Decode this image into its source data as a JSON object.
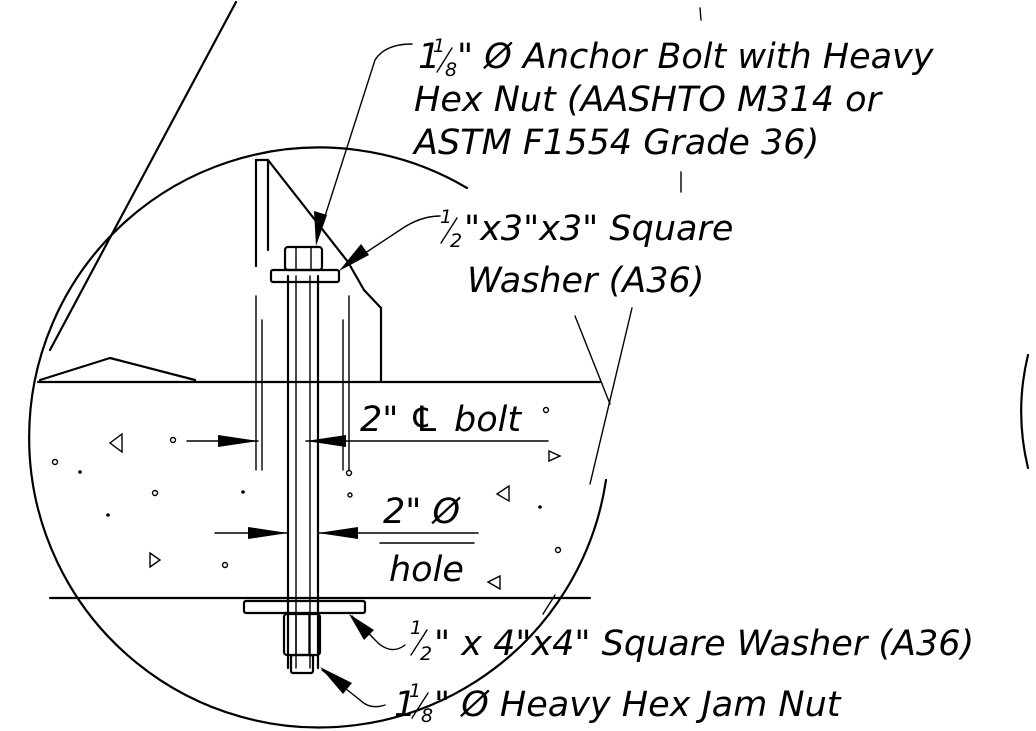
{
  "labels": {
    "anchor_bolt": {
      "frac_whole": "1",
      "frac_num": "1",
      "frac_den": "8",
      "line1_rest": "\" Ø  Anchor Bolt with Heavy",
      "line2": "Hex Nut (AASHTO M314 or",
      "line3": "ASTM  F1554 Grade 36)"
    },
    "top_washer": {
      "frac_num": "1",
      "frac_den": "2",
      "line1_rest": "\"x3\"x3\" Square",
      "line2": "Washer (A36)"
    },
    "bolt_spacing": {
      "value": "2\"",
      "symbol": "℄",
      "text": "bolt"
    },
    "hole": {
      "value": "2\" Ø",
      "text": "hole"
    },
    "bottom_washer": {
      "frac_num": "1",
      "frac_den": "2",
      "rest": "\" x  4\"x4\" Square Washer (A36)"
    },
    "jam_nut": {
      "frac_whole": "1",
      "frac_num": "1",
      "frac_den": "8",
      "rest": "\" Ø  Heavy Hex Jam Nut"
    }
  }
}
